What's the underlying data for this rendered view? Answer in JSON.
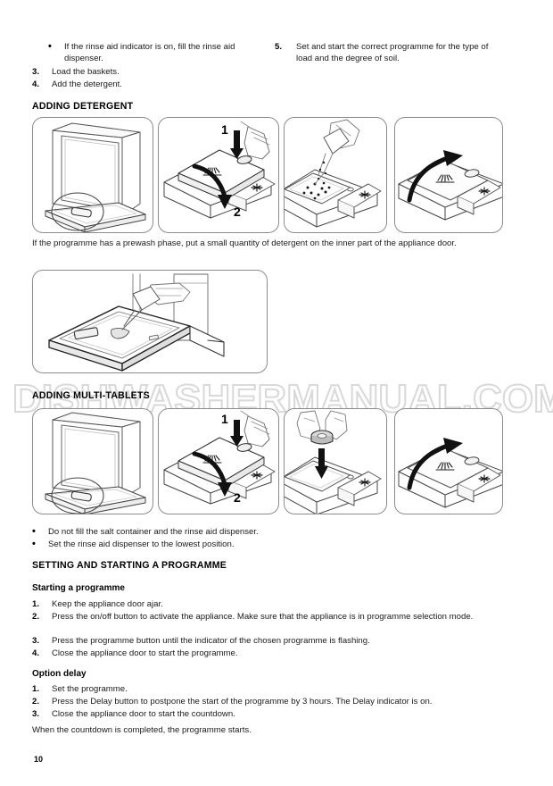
{
  "document": {
    "page_number": "10",
    "watermark": "DISHWASHERMANUAL.COM"
  },
  "top_left_column": {
    "bullets": [
      {
        "marker": "•",
        "text": "If the rinse aid indicator is on, fill the rinse aid dispenser."
      }
    ],
    "steps": [
      {
        "marker": "3.",
        "text": "Load the baskets."
      },
      {
        "marker": "4.",
        "text": "Add the detergent."
      }
    ]
  },
  "top_right_column": {
    "steps": [
      {
        "marker": "5.",
        "text": "Set and start the correct programme for the type of load and the degree of soil."
      }
    ]
  },
  "adding_detergent": {
    "heading": "ADDING DETERGENT",
    "panels": [
      {
        "name": "dishwasher-door-open-dispenser-location",
        "labels": []
      },
      {
        "name": "open-dispenser-lid",
        "labels": [
          "1",
          "2"
        ]
      },
      {
        "name": "pour-powder-detergent",
        "labels": []
      },
      {
        "name": "close-dispenser-lid",
        "labels": []
      }
    ],
    "note": "If the programme has a prewash phase, put a small quantity of detergent on the inner part of the appliance door.",
    "prewash_panel": {
      "name": "detergent-on-inner-door",
      "labels": []
    }
  },
  "adding_multi_tablets": {
    "heading": "ADDING MULTI-TABLETS",
    "panels": [
      {
        "name": "dishwasher-door-open-dispenser-location",
        "labels": []
      },
      {
        "name": "open-dispenser-lid",
        "labels": [
          "1",
          "2"
        ]
      },
      {
        "name": "insert-tablet",
        "labels": []
      },
      {
        "name": "close-dispenser-lid",
        "labels": []
      }
    ],
    "bullets": [
      {
        "marker": "•",
        "text": "Do not fill the salt container and the rinse aid dispenser."
      },
      {
        "marker": "•",
        "text": "Set the rinse aid dispenser to the lowest position."
      }
    ]
  },
  "setting_and_starting": {
    "heading": "SETTING AND STARTING A PROGRAMME",
    "starting_a_programme": {
      "subheading": "Starting a programme",
      "steps": [
        {
          "marker": "1.",
          "text": "Keep the appliance door ajar."
        },
        {
          "marker": "2.",
          "text": "Press the on/off button to activate the appliance. Make sure that the appliance is in programme selection mode."
        },
        {
          "marker": "3.",
          "text": "Press the programme button until the indicator of the chosen programme is flashing."
        },
        {
          "marker": "4.",
          "text": "Close the appliance door to start the programme."
        }
      ]
    },
    "option_delay": {
      "subheading": "Option delay",
      "steps": [
        {
          "marker": "1.",
          "text": "Set the programme."
        },
        {
          "marker": "2.",
          "text": "Press the Delay button to postpone the start of the programme by 3 hours. The Delay indicator is on."
        },
        {
          "marker": "3.",
          "text": "Close the appliance door to start the countdown."
        }
      ],
      "closing_note": "When the countdown is completed, the programme starts."
    }
  },
  "colors": {
    "text": "#1a1a1a",
    "heading": "#000000",
    "panel_border": "#8c8c8c",
    "watermark": "#d9d9d9",
    "line_art": "#1a1a1a"
  }
}
